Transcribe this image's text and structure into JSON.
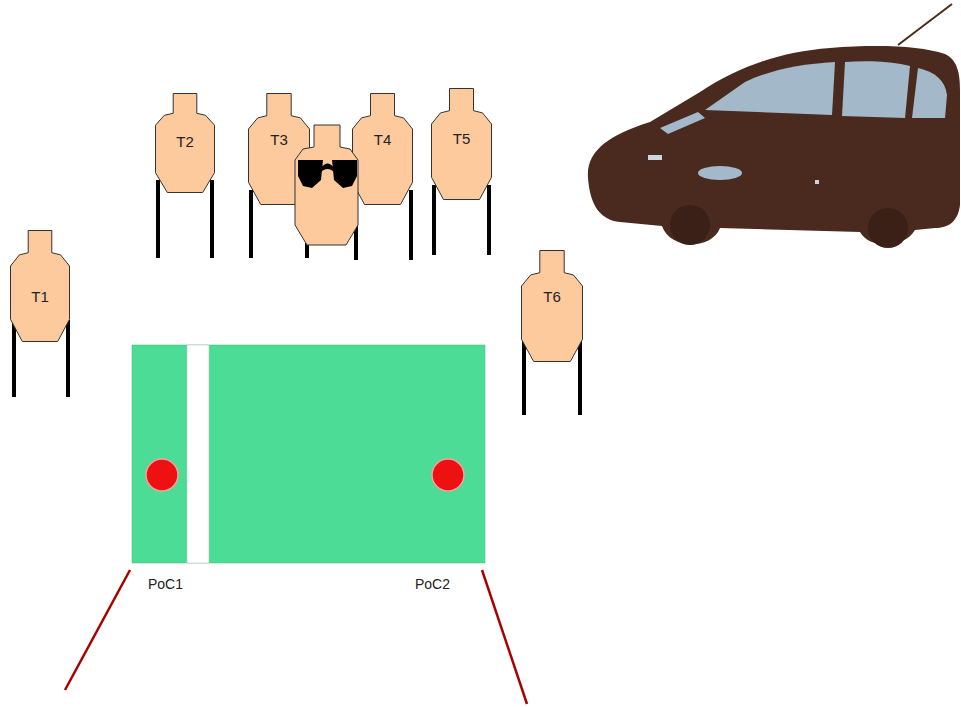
{
  "diagram": {
    "nodes": [
      {
        "text": [
          "T1"
        ]
      },
      {
        "text": [
          "T2"
        ]
      },
      {
        "text": [
          "T3"
        ]
      },
      {
        "text": [
          "T4"
        ]
      },
      {
        "text": [
          "T5"
        ]
      },
      {
        "text": [
          "T6"
        ]
      }
    ],
    "labels": [
      "PoC1",
      "PoC2"
    ]
  }
}
